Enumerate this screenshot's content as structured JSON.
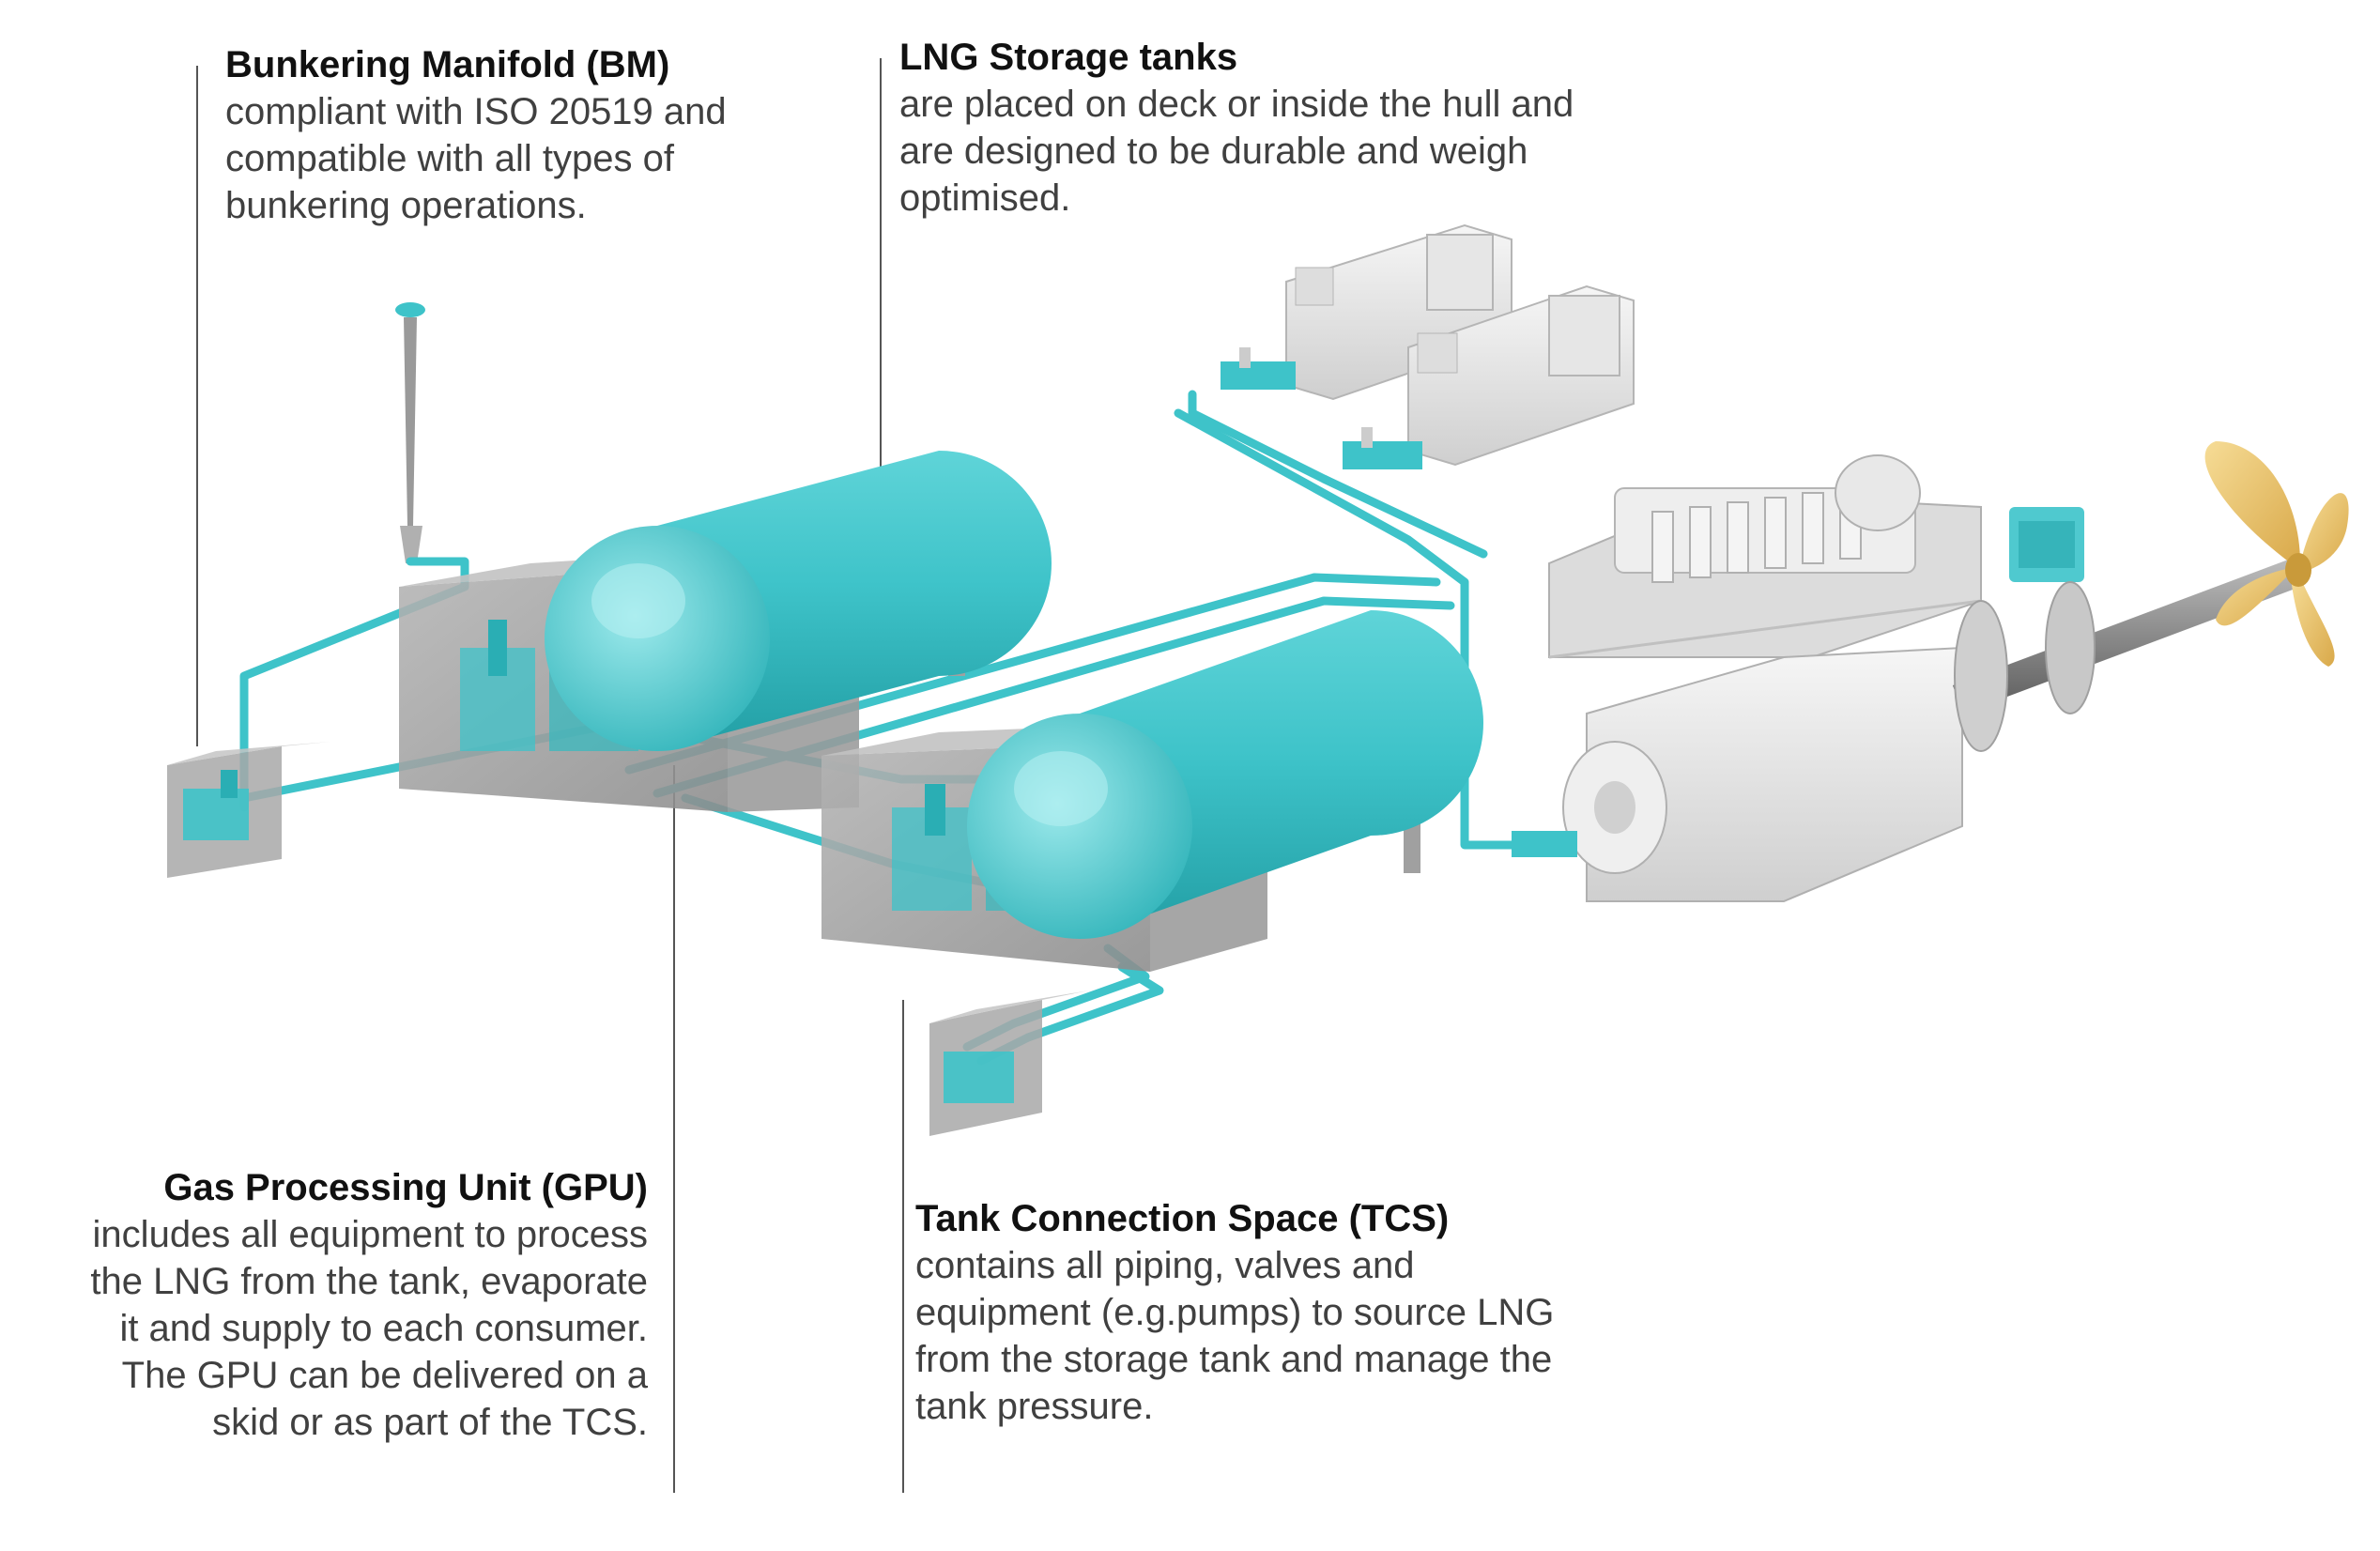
{
  "labels": {
    "bm": {
      "title": "Bunkering Manifold (BM)",
      "desc": "compliant with ISO 20519 and\ncompatible with all types of\nbunkering operations."
    },
    "lng": {
      "title": "LNG Storage tanks",
      "desc": "are placed on deck or inside the hull and\nare designed to be durable and weigh\noptimised."
    },
    "gpu": {
      "title": "Gas Processing Unit (GPU)",
      "desc": "includes all equipment to process\nthe LNG from the tank, evaporate\nit and supply to each consumer.\nThe GPU can be delivered on a\nskid or as part of the TCS."
    },
    "tcs": {
      "title": "Tank Connection Space (TCS)",
      "desc": "contains all piping, valves and\nequipment (e.g.pumps) to source LNG\nfrom the storage tank and manage the\ntank pressure."
    }
  },
  "colors": {
    "lng_teal": "#3ec3c9",
    "teal_dark": "#1ea4aa",
    "equipment_grey": "#9a9a9a",
    "engine_white": "#ececec",
    "propeller_gold": "#e8c36a",
    "leader_line": "#555555"
  }
}
